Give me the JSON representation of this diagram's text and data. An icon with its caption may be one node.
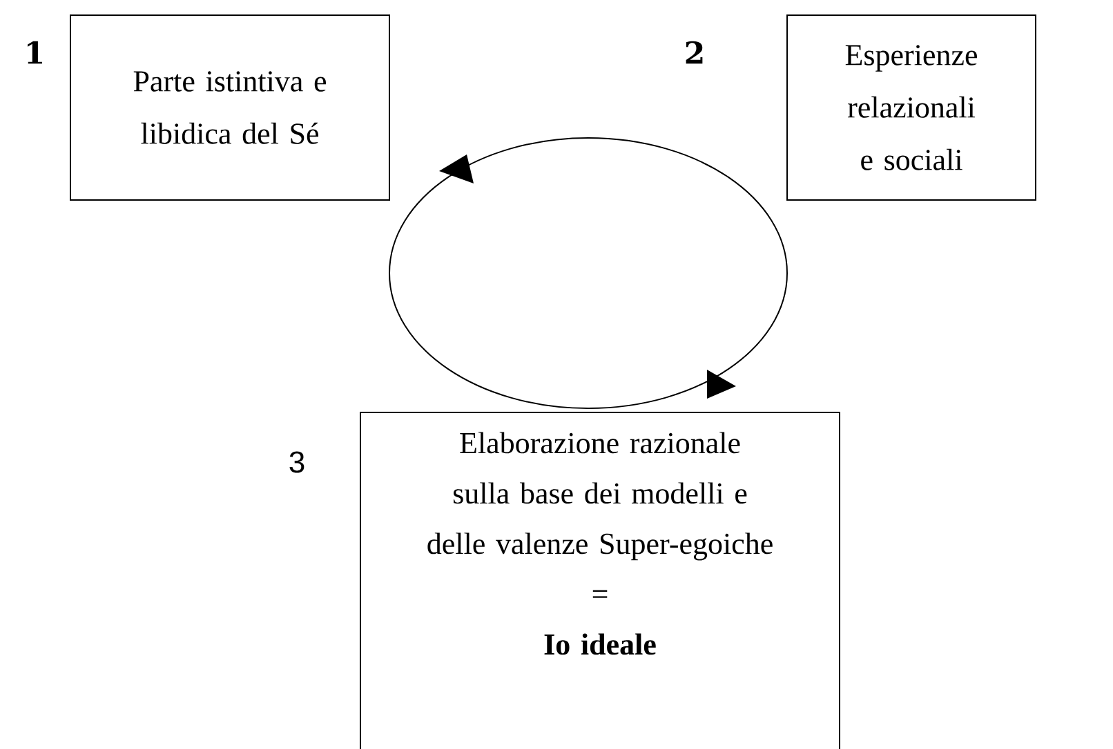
{
  "diagram": {
    "nodes": [
      {
        "text": [
          "Parte istintiva e libidica del Sé"
        ],
        "beside": [
          "1"
        ]
      },
      {
        "text": [
          "Esperienze relazionali e sociali"
        ],
        "beside": [
          "2"
        ]
      },
      {
        "text": [
          "Elaborazione razionale sulla base dei modelli e delle valenze Super-egoiche",
          "=",
          "Io ideale"
        ],
        "beside": [
          "3"
        ]
      }
    ]
  }
}
